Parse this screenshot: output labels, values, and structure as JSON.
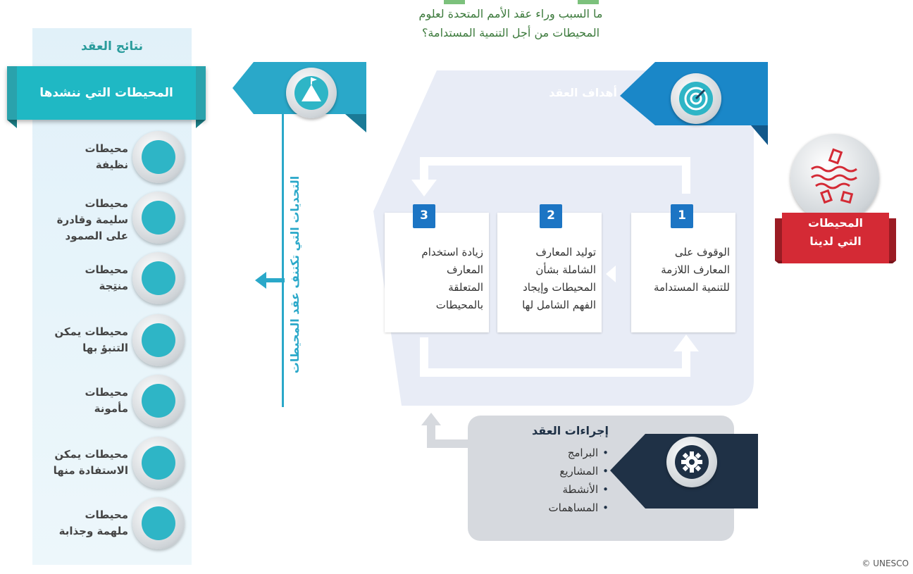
{
  "question": {
    "line1": "ما السبب وراء عقد الأمم المتحدة لعلوم",
    "line2": "المحيطات من أجل التنمية المستدامة؟"
  },
  "results": {
    "title": "نتائج العقد",
    "banner": "المحيطات التي ننشدها",
    "items": [
      {
        "line1": "محيطات",
        "line2": "نظيفة",
        "line3": "",
        "icon": "water-drop-cycle-icon"
      },
      {
        "line1": "محيطات",
        "line2": "سليمة وقادرة",
        "line3": "على الصمود",
        "icon": "coral-icon"
      },
      {
        "line1": "محيطات",
        "line2": "منتِجة",
        "line3": "",
        "icon": "fish-net-icon"
      },
      {
        "line1": "محيطات يمكن",
        "line2": "التنبؤ بها",
        "line3": "",
        "icon": "buoy-icon"
      },
      {
        "line1": "محيطات",
        "line2": "مأمونة",
        "line3": "",
        "icon": "wave-warning-icon"
      },
      {
        "line1": "محيطات يمكن",
        "line2": "الاستفادة منها",
        "line3": "",
        "icon": "open-lock-icon"
      },
      {
        "line1": "محيطات",
        "line2": "ملهمة وجذابة",
        "line3": "",
        "icon": "inspiring-ocean-icon"
      }
    ]
  },
  "challenges": {
    "label": "التحديات التي تكتنف عقد المحيطات",
    "icon": "flag-mountain-icon"
  },
  "goals": {
    "title": "أهداف العقد",
    "icon": "target-icon",
    "steps": [
      {
        "num": "1",
        "lines": [
          "الوقوف على",
          "المعارف اللازمة",
          "للتنمية المستدامة"
        ]
      },
      {
        "num": "2",
        "lines": [
          "توليد المعارف",
          "الشاملة بشأن",
          "المحيطات وإيجاد",
          "الفهم الشامل لها"
        ]
      },
      {
        "num": "3",
        "lines": [
          "زيادة استخدام",
          "المعارف",
          "المتعلقة",
          "بالمحيطات"
        ]
      }
    ]
  },
  "actions": {
    "title": "إجراءات العقد",
    "icon": "gear-icon",
    "items": [
      "البرامج",
      "المشاريع",
      "الأنشطة",
      "المساهمات"
    ]
  },
  "ocean_now": {
    "line1": "المحيطات",
    "line2": "التي لدينا",
    "icon": "polluted-ocean-icon"
  },
  "copyright": "© UNESCO",
  "colors": {
    "teal": "#1fb8c4",
    "blue": "#1c75c4",
    "navy": "#1f3146",
    "red": "#d42a35",
    "green_text": "#3c7a3c"
  }
}
